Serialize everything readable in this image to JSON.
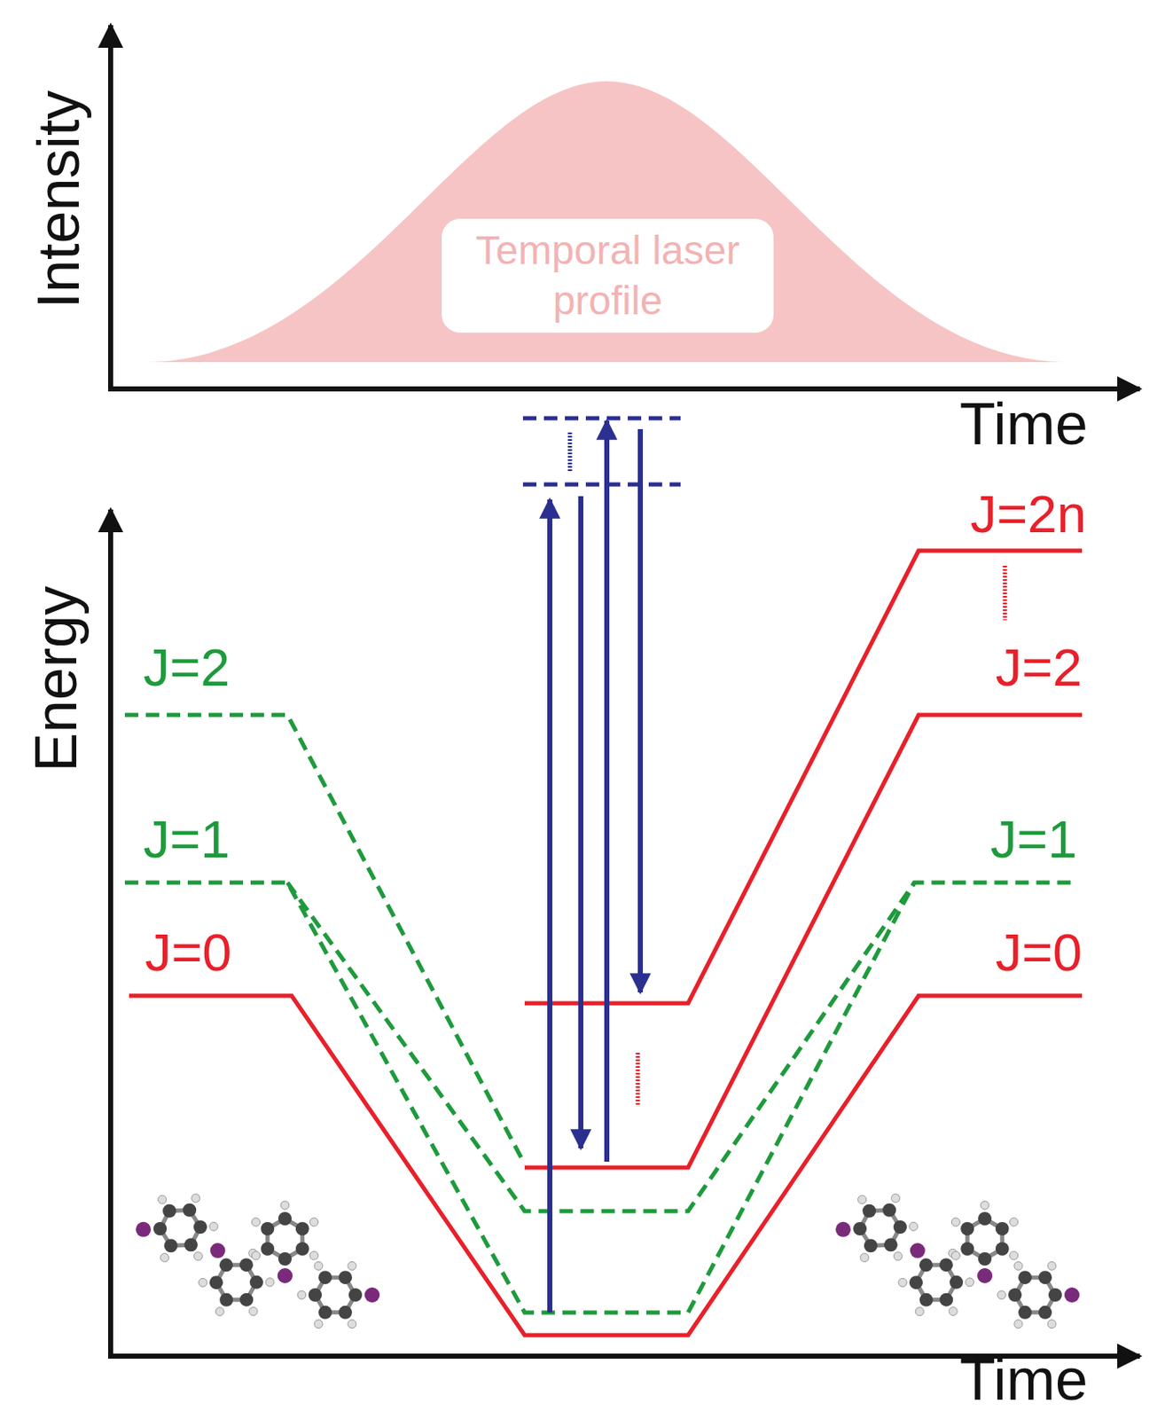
{
  "diagram": {
    "nodes": [
      {
        "text": [
          "Temporal laser profile"
        ]
      }
    ],
    "labels": [
      "Intensity",
      "Time",
      "Energy",
      "Time",
      "J=2",
      "J=1",
      "J=0",
      "J=2n",
      "J=2",
      "J=1",
      "J=0"
    ]
  }
}
